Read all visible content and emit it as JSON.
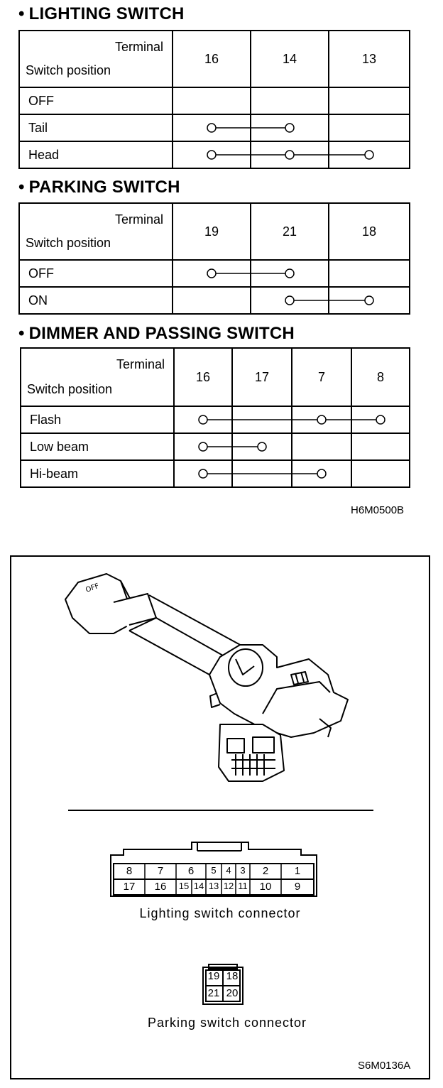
{
  "tables": [
    {
      "heading": "LIGHTING SWITCH",
      "header_terminal": "Terminal",
      "header_switch": "Switch position",
      "terminals": [
        "16",
        "14",
        "13"
      ],
      "rows": [
        "OFF",
        "Tail",
        "Head"
      ],
      "connections": [
        [],
        [
          0,
          1
        ],
        [
          0,
          1,
          2
        ]
      ]
    },
    {
      "heading": "PARKING SWITCH",
      "header_terminal": "Terminal",
      "header_switch": "Switch position",
      "terminals": [
        "19",
        "21",
        "18"
      ],
      "rows": [
        "OFF",
        "ON"
      ],
      "connections": [
        [
          0,
          1
        ],
        [
          1,
          2
        ]
      ]
    },
    {
      "heading": "DIMMER AND PASSING SWITCH",
      "header_terminal": "Terminal",
      "header_switch": "Switch position",
      "terminals": [
        "16",
        "17",
        "7",
        "8"
      ],
      "rows": [
        "Flash",
        "Low beam",
        "Hi-beam"
      ],
      "connections": [
        [
          0,
          2,
          3
        ],
        [
          0,
          1
        ],
        [
          0,
          2
        ]
      ]
    }
  ],
  "figure_code_top": "H6M0500B",
  "figure_code_bottom": "S6M0136A",
  "lighting_connector": {
    "label": "Lighting switch connector",
    "top_row": [
      "8",
      "7",
      "6",
      "5",
      "4",
      "3",
      "2",
      "1"
    ],
    "bottom_row": [
      "17",
      "16",
      "15",
      "14",
      "13",
      "12",
      "11",
      "10",
      "9"
    ]
  },
  "parking_connector": {
    "label": "Parking switch connector",
    "top_row": [
      "19",
      "18"
    ],
    "bottom_row": [
      "21",
      "20"
    ]
  },
  "stalk_markings": "OFF"
}
